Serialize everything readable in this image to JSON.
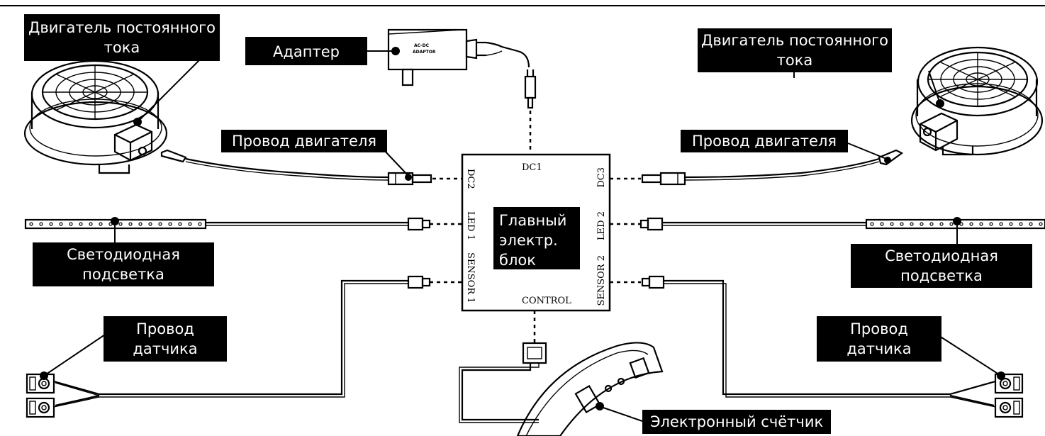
{
  "labels": {
    "motor_left_line1": "Двигатель постоянного",
    "motor_left_line2": "тока",
    "motor_right_line1": "Двигатель постоянного",
    "motor_right_line2": "тока",
    "adapter": "Адаптер",
    "motor_wire_left": "Провод двигателя",
    "motor_wire_right": "Провод двигателя",
    "led_left_line1": "Светодиодная",
    "led_left_line2": "подсветка",
    "led_right_line1": "Светодиодная",
    "led_right_line2": "подсветка",
    "main_unit_line1": "Главный",
    "main_unit_line2": "электр.",
    "main_unit_line3": "блок",
    "sensor_left_line1": "Провод",
    "sensor_left_line2": "датчика",
    "sensor_right_line1": "Провод",
    "sensor_right_line2": "датчика",
    "counter": "Электронный счётчик"
  },
  "ports": {
    "dc1": "DC1",
    "dc2": "DC2",
    "dc3": "DC3",
    "led1": "LED 1",
    "led2": "LED 2",
    "sensor1": "SENSOR 1",
    "sensor2": "SENSOR 2",
    "control": "CONTROL"
  },
  "adapter_text": {
    "line1": "AC-DC",
    "line2": "ADAPTOR"
  }
}
